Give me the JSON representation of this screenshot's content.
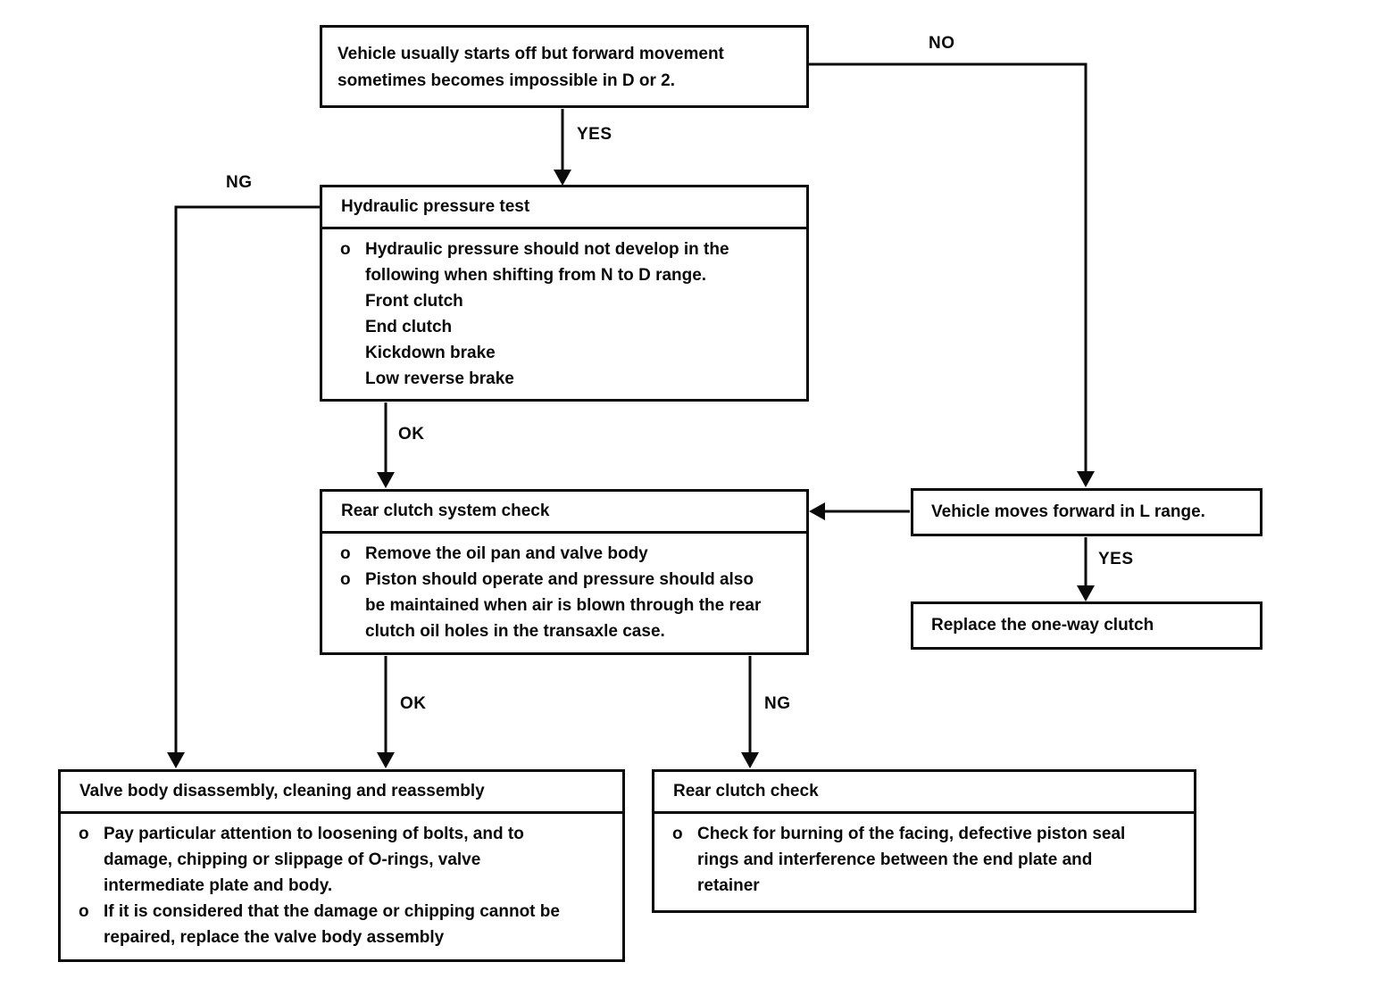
{
  "labels": {
    "yes_start": "YES",
    "no_start": "NO",
    "ng_hydraulic": "NG",
    "ok_hydraulic": "OK",
    "yes_l_range": "YES",
    "ok_rear_system": "OK",
    "ng_rear_system": "NG"
  },
  "boxes": {
    "start": {
      "text": "Vehicle usually starts off but forward movement sometimes becomes impossible in D or 2."
    },
    "hydraulic": {
      "title": "Hydraulic pressure test",
      "items": [
        {
          "marker": "o",
          "text": "Hydraulic pressure should not develop in the following when shifting from N to D range."
        },
        {
          "marker": "",
          "text": "Front clutch"
        },
        {
          "marker": "",
          "text": "End clutch"
        },
        {
          "marker": "",
          "text": "Kickdown brake"
        },
        {
          "marker": "",
          "text": "Low reverse brake"
        }
      ]
    },
    "rear_system": {
      "title": "Rear clutch system check",
      "items": [
        {
          "marker": "o",
          "text": "Remove the oil pan and valve body"
        },
        {
          "marker": "o",
          "text": "Piston should operate and pressure should also be maintained when air is blown through the rear clutch oil holes in the transaxle case."
        }
      ]
    },
    "l_range": {
      "text": "Vehicle moves forward in L range."
    },
    "replace": {
      "text": "Replace the one-way clutch"
    },
    "valve_body": {
      "title": "Valve body disassembly, cleaning and reassembly",
      "items": [
        {
          "marker": "o",
          "text": "Pay particular attention to loosening of bolts, and to damage, chipping or slippage of O-rings, valve intermediate plate and body."
        },
        {
          "marker": "o",
          "text": "If it is considered that the damage or chipping cannot be repaired, replace the valve body assembly"
        }
      ]
    },
    "rear_check": {
      "title": "Rear clutch check",
      "items": [
        {
          "marker": "o",
          "text": "Check for burning of the facing, defective piston seal rings and interference between the end plate and retainer"
        }
      ]
    }
  },
  "colors": {
    "line": "#0a0a0a",
    "background": "#ffffff"
  }
}
